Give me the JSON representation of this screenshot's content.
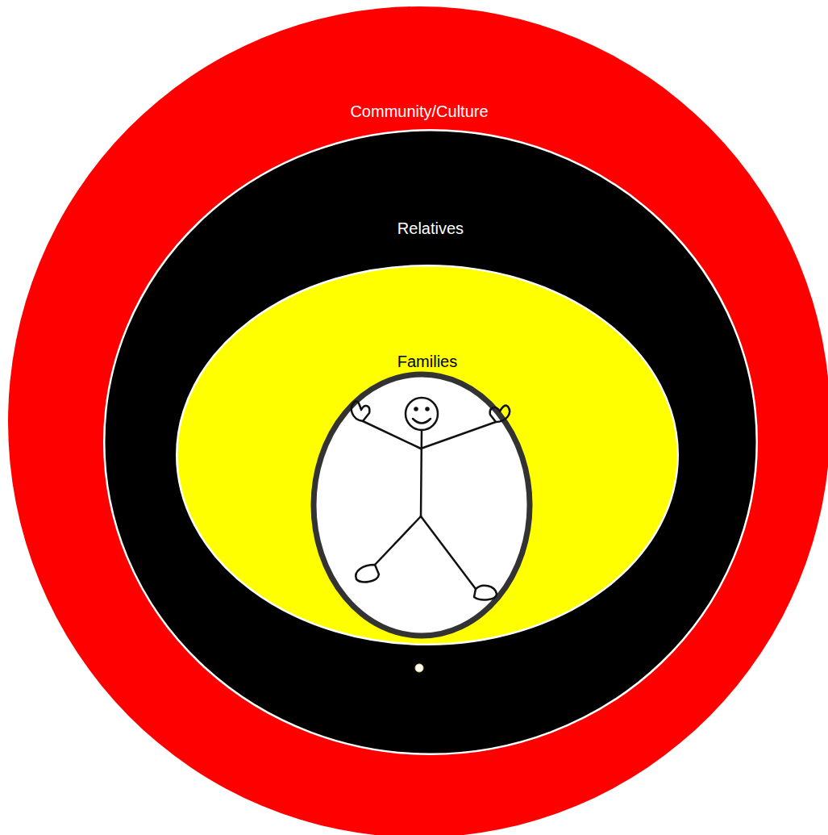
{
  "diagram": {
    "nodes": [
      {
        "text": [
          "Community/Culture"
        ]
      },
      {
        "text": [
          "Relatives"
        ],
        "in": 0
      },
      {
        "text": [
          "Families"
        ],
        "in": 1
      }
    ]
  }
}
